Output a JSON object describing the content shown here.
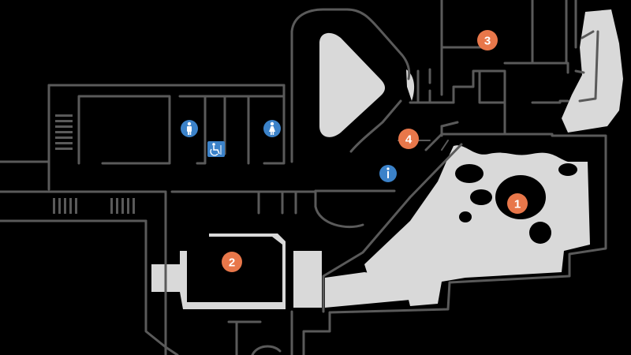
{
  "colors": {
    "background": "#000000",
    "walls": "#5a5a5a",
    "floor_areas": "#d9d9d9",
    "numbered_marker": "#e8774a",
    "amenity_icon": "#3b82c9"
  },
  "numbered_markers": [
    {
      "label": "1"
    },
    {
      "label": "2"
    },
    {
      "label": "3"
    },
    {
      "label": "4"
    }
  ],
  "amenity_icons": [
    {
      "icon": "male-restroom-icon"
    },
    {
      "icon": "female-restroom-icon"
    },
    {
      "icon": "accessible-restroom-icon"
    },
    {
      "icon": "information-icon"
    }
  ]
}
